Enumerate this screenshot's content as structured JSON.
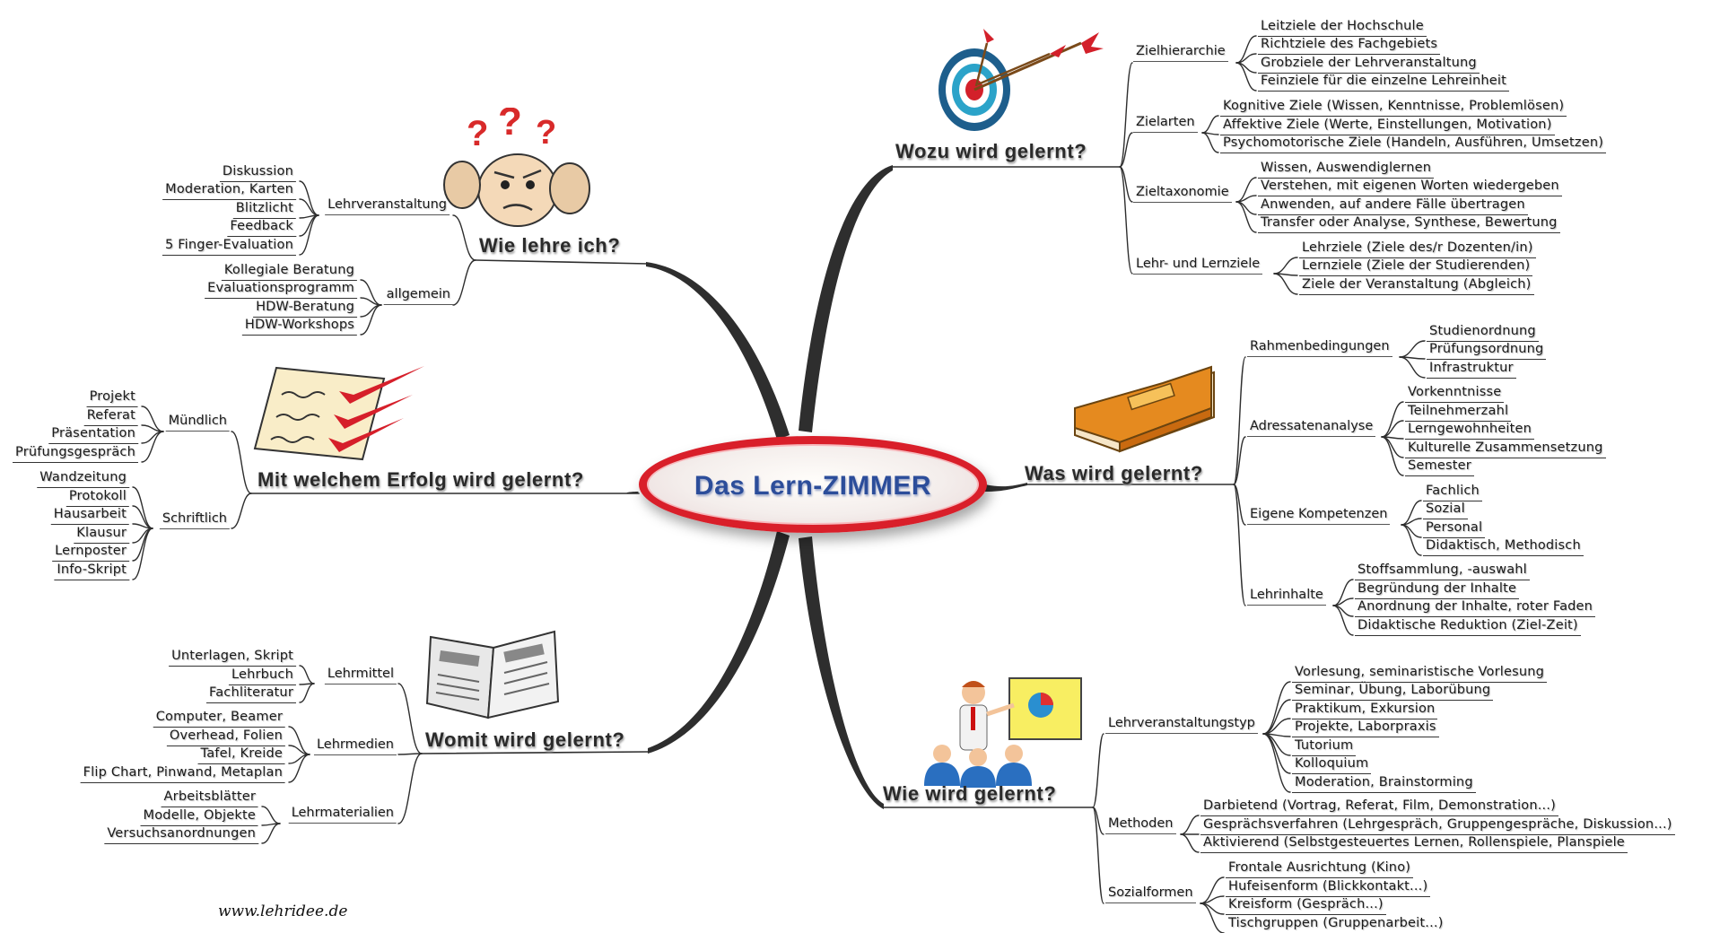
{
  "center": {
    "title": "Das Lern-ZIMMER"
  },
  "branches": {
    "wozu": {
      "title": "Wozu wird gelernt?",
      "groups": [
        {
          "label": "Zielhierarchie",
          "items": [
            "Leitziele der Hochschule",
            "Richtziele des Fachgebiets",
            "Grobziele der Lehrveranstaltung",
            "Feinziele für die einzelne Lehreinheit"
          ]
        },
        {
          "label": "Zielarten",
          "items": [
            "Kognitive Ziele (Wissen, Kenntnisse, Problemlösen)",
            "Affektive Ziele (Werte, Einstellungen, Motivation)",
            "Psychomotorische Ziele (Handeln, Ausführen, Umsetzen)"
          ]
        },
        {
          "label": "Zieltaxonomie",
          "items": [
            "Wissen, Auswendiglernen",
            "Verstehen, mit eigenen Worten wiedergeben",
            "Anwenden, auf andere Fälle übertragen",
            "Transfer oder Analyse, Synthese, Bewertung"
          ]
        },
        {
          "label": "Lehr- und Lernziele",
          "items": [
            "Lehrziele (Ziele des/r Dozenten/in)",
            "Lernziele (Ziele der Studierenden)",
            "Ziele der Veranstaltung (Abgleich)"
          ]
        }
      ]
    },
    "was": {
      "title": "Was wird gelernt?",
      "groups": [
        {
          "label": "Rahmenbedingungen",
          "items": [
            "Studienordnung",
            "Prüfungsordnung",
            "Infrastruktur"
          ]
        },
        {
          "label": "Adressatenanalyse",
          "items": [
            "Vorkenntnisse",
            "Teilnehmerzahl",
            "Lerngewohnheiten",
            "Kulturelle Zusammensetzung",
            "Semester"
          ]
        },
        {
          "label": "Eigene Kompetenzen",
          "items": [
            "Fachlich",
            "Sozial",
            "Personal",
            "Didaktisch, Methodisch"
          ]
        },
        {
          "label": "Lehrinhalte",
          "items": [
            "Stoffsammlung, -auswahl",
            "Begründung der Inhalte",
            "Anordnung der Inhalte, roter Faden",
            "Didaktische Reduktion (Ziel-Zeit)"
          ]
        }
      ]
    },
    "wie_gelernt": {
      "title": "Wie wird gelernt?",
      "groups": [
        {
          "label": "Lehrveranstaltungstyp",
          "items": [
            "Vorlesung, seminaristische Vorlesung",
            "Seminar, Übung, Laborübung",
            "Praktikum, Exkursion",
            "Projekte, Laborpraxis",
            "Tutorium",
            "Kolloquium",
            "Moderation, Brainstorming"
          ]
        },
        {
          "label": "Methoden",
          "items": [
            "Darbietend (Vortrag, Referat, Film, Demonstration...)",
            "Gesprächsverfahren (Lehrgespräch, Gruppengespräche, Diskussion...)",
            "Aktivierend (Selbstgesteuertes Lernen, Rollenspiele, Planspiele"
          ]
        },
        {
          "label": "Sozialformen",
          "items": [
            "Frontale Ausrichtung (Kino)",
            "Hufeisenform (Blickkontakt...)",
            "Kreisform (Gespräch...)",
            "Tischgruppen (Gruppenarbeit...)"
          ]
        }
      ]
    },
    "wie_lehre": {
      "title": "Wie lehre ich?",
      "groups": [
        {
          "label": "Lehrveranstaltung",
          "items": [
            "Diskussion",
            "Moderation, Karten",
            "Blitzlicht",
            "Feedback",
            "5 Finger-Evaluation"
          ]
        },
        {
          "label": "allgemein",
          "items": [
            "Kollegiale Beratung",
            "Evaluationsprogramm",
            "HDW-Beratung",
            "HDW-Workshops"
          ]
        }
      ]
    },
    "erfolg": {
      "title": "Mit welchem Erfolg wird gelernt?",
      "groups": [
        {
          "label": "Mündlich",
          "items": [
            "Projekt",
            "Referat",
            "Präsentation",
            "Prüfungsgespräch"
          ]
        },
        {
          "label": "Schriftlich",
          "items": [
            "Wandzeitung",
            "Protokoll",
            "Hausarbeit",
            "Klausur",
            "Lernposter",
            "Info-Skript"
          ]
        }
      ]
    },
    "womit": {
      "title": "Womit wird gelernt?",
      "groups": [
        {
          "label": "Lehrmittel",
          "items": [
            "Unterlagen, Skript",
            "Lehrbuch",
            "Fachliteratur"
          ]
        },
        {
          "label": "Lehrmedien",
          "items": [
            "Computer, Beamer",
            "Overhead, Folien",
            "Tafel, Kreide",
            "Flip Chart, Pinwand, Metaplan"
          ]
        },
        {
          "label": "Lehrmaterialien",
          "items": [
            "Arbeitsblätter",
            "Modelle, Objekte",
            "Versuchsanordnungen"
          ]
        }
      ]
    }
  },
  "footer": {
    "url": "www.lehridee.de"
  },
  "colors": {
    "center_border": "#d91f2a",
    "center_text": "#2c4d9a",
    "branch_text": "#2a2a2a",
    "connector": "#2e2e2e"
  },
  "icons": [
    "target-with-arrows-icon",
    "closed-book-icon",
    "presenter-with-audience-icon",
    "confused-face-question-marks-icon",
    "checklist-with-checkmarks-icon",
    "newspaper-icon"
  ]
}
